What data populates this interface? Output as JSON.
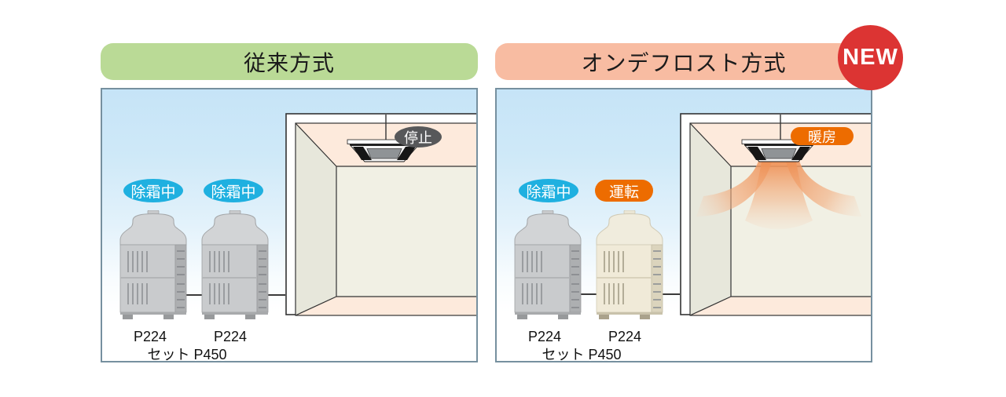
{
  "headers": {
    "left": {
      "label": "従来方式",
      "bg": "#bada96"
    },
    "right": {
      "label": "オンデフロスト方式",
      "bg": "#f8bca2"
    },
    "new_badge": {
      "label": "NEW",
      "bg": "#dc3433"
    }
  },
  "panels": [
    {
      "id": "conventional",
      "outdoor_units": [
        {
          "capacity": "P224",
          "status": "除霜中",
          "status_bg": "#1fb0e0",
          "body_color": "gray"
        },
        {
          "capacity": "P224",
          "status": "除霜中",
          "status_bg": "#1fb0e0",
          "body_color": "gray"
        }
      ],
      "set_label": "セット P450",
      "indoor_unit": {
        "status": "停止",
        "status_bg": "#57585a",
        "airflow": false
      }
    },
    {
      "id": "on-defrost",
      "outdoor_units": [
        {
          "capacity": "P224",
          "status": "除霜中",
          "status_bg": "#1fb0e0",
          "body_color": "gray"
        },
        {
          "capacity": "P224",
          "status": "運転",
          "status_bg": "#ed6c00",
          "body_color": "cream"
        }
      ],
      "set_label": "セット P450",
      "indoor_unit": {
        "status": "暖房",
        "status_bg": "#ed6c00",
        "airflow": true
      }
    }
  ],
  "colors": {
    "sky_top": "#c6e4f7",
    "panel_border": "#76909f",
    "room_ceiling": "#fdeadc",
    "room_back_wall": "#f1f0e4",
    "room_side_wall": "#e7e7db",
    "room_floor": "#fdeadc",
    "airflow_warm": "#ee9055",
    "unit_gray": "#c9cbcd",
    "unit_cream": "#f0ead8"
  }
}
